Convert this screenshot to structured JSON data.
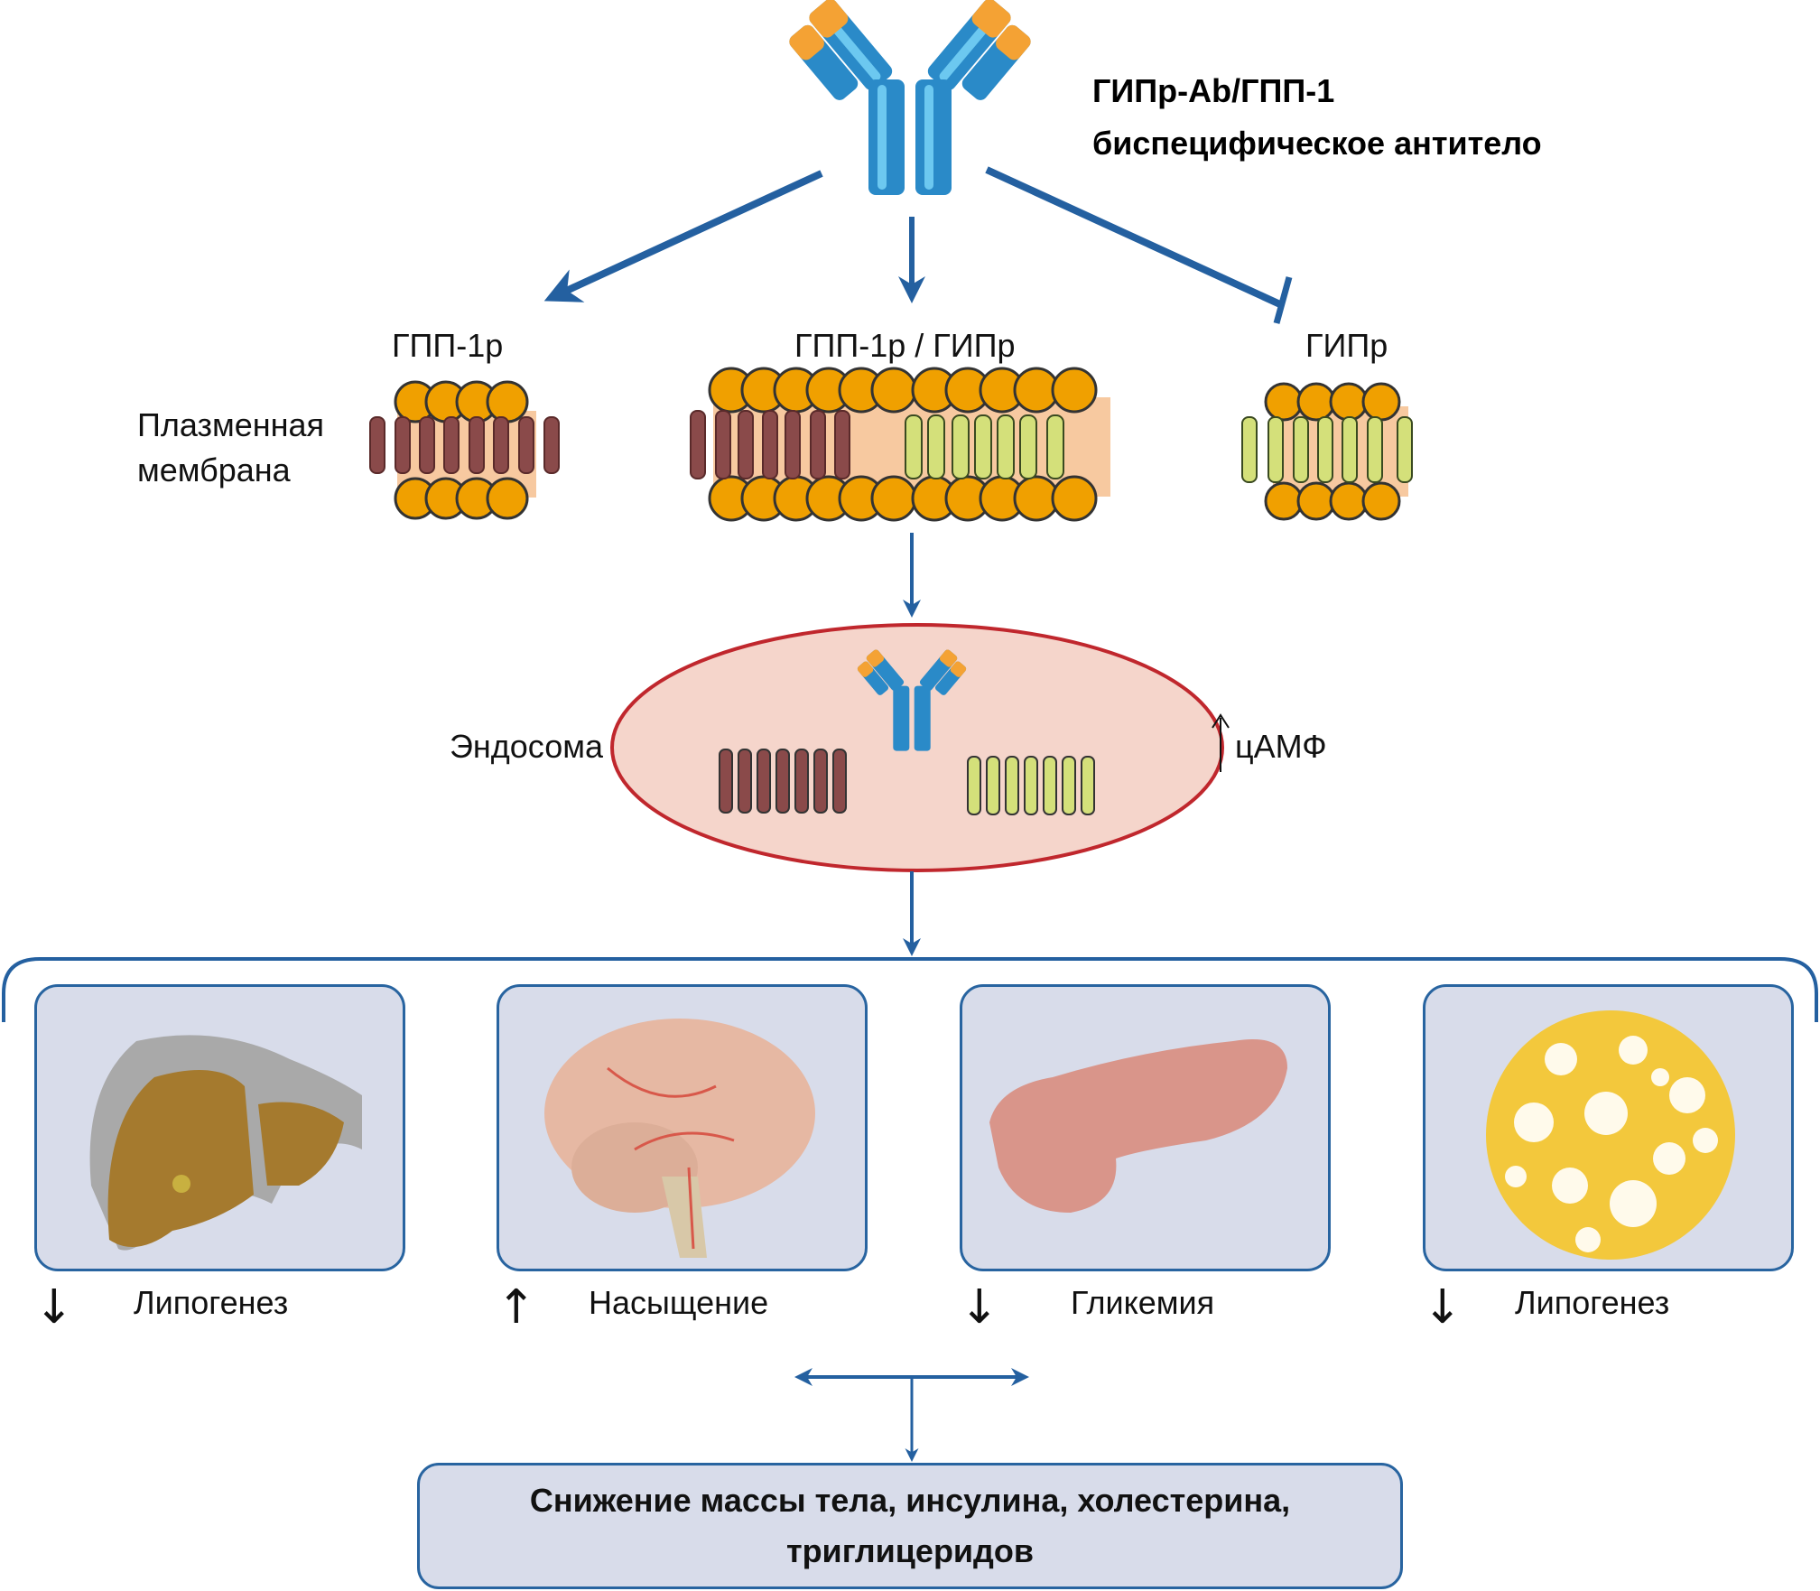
{
  "header": {
    "title_line1": "ГИПр-Ab/ГПП-1",
    "title_line2": "биспецифическое антитело"
  },
  "receptors": {
    "left_label": "ГПП-1р",
    "center_label": "ГПП-1р / ГИПр",
    "right_label": "ГИПр",
    "membrane_label_line1": "Плазменная",
    "membrane_label_line2": "мембрана",
    "left_effect": "activation",
    "center_effect": "activation",
    "right_effect": "inhibition"
  },
  "endosome": {
    "label": "Эндосома",
    "camp_arrow": "↑",
    "camp_label": "цАМФ"
  },
  "organs": [
    {
      "name": "liver",
      "direction": "↓",
      "label": "Липогенез"
    },
    {
      "name": "brain",
      "direction": "↑",
      "label": "Насыщение"
    },
    {
      "name": "pancreas",
      "direction": "↓",
      "label": "Гликемия"
    },
    {
      "name": "adipose-tissue",
      "direction": "↓",
      "label": "Липогенез"
    }
  ],
  "outcome": {
    "line1": "Снижение массы тела, инсулина, холестерина,",
    "line2": "триглицеридов"
  },
  "colors": {
    "arrow": "#2460a0",
    "panel_fill": "#d8dcea",
    "panel_border": "#2864a0",
    "endosome_fill": "#f5d5cb",
    "endosome_border": "#c0272d",
    "glp1r_helix": "#8a4a4a",
    "gipr_helix": "#d4e07a",
    "lipid_head": "#f0a000",
    "antibody_blue": "#2a8ac8",
    "antibody_orange": "#f4a234"
  }
}
